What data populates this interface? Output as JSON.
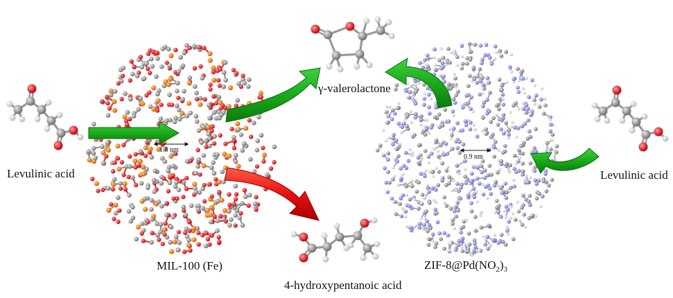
{
  "labels": {
    "levulinic_left": "Levulinic acid",
    "levulinic_right": "Levulinic acid",
    "gvl": "γ-valerolactone",
    "hpa": "4-hydroxypentanoic acid",
    "mil": "MIL-100 (Fe)",
    "zif_main": "ZIF-8@Pd(NO",
    "zif_sub1": "2",
    "zif_mid": ")",
    "zif_sub2": "3",
    "pore_mil": "1.8 nm",
    "pore_zif": "0.9 nm"
  },
  "colors": {
    "arrow_green": "#1aaa1a",
    "arrow_red": "#e8120c",
    "carbon": "#8c8c8c",
    "oxygen": "#e8141c",
    "hydrogen": "#ececec",
    "iron": "#f07818",
    "nitrogen": "#8c8cd8"
  }
}
